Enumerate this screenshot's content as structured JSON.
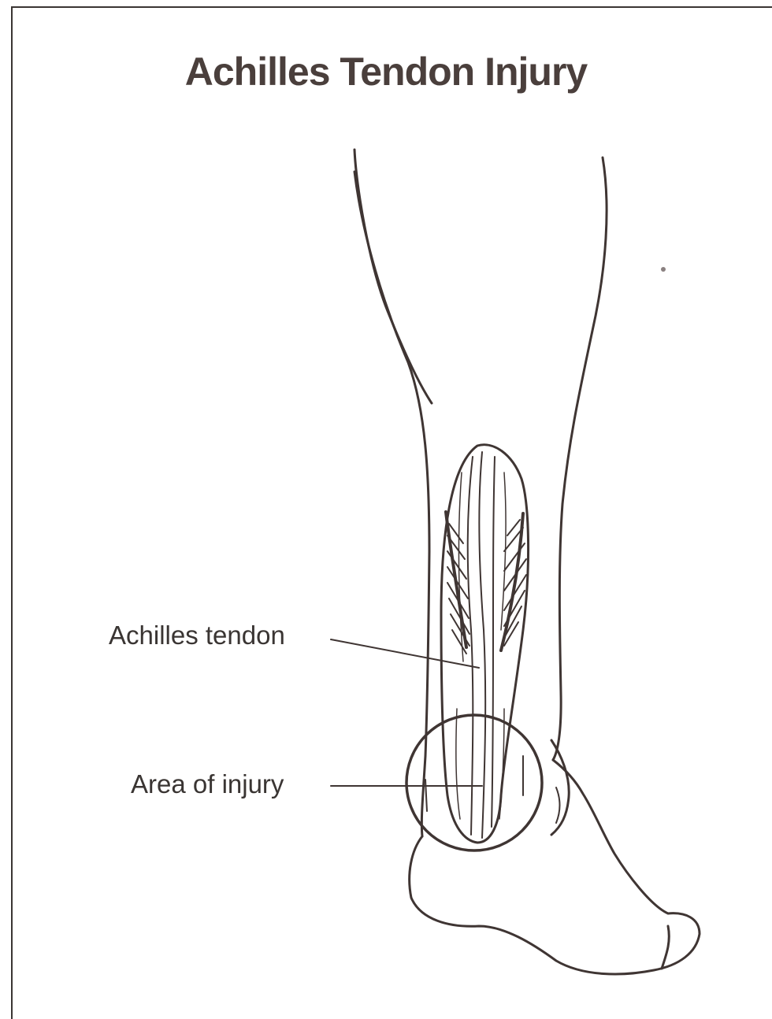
{
  "title": "Achilles Tendon Injury",
  "labels": {
    "tendon": "Achilles tendon",
    "injury": "Area of injury"
  },
  "colors": {
    "ink": "#3f3533",
    "title": "#4a3f3c",
    "background": "#ffffff"
  }
}
